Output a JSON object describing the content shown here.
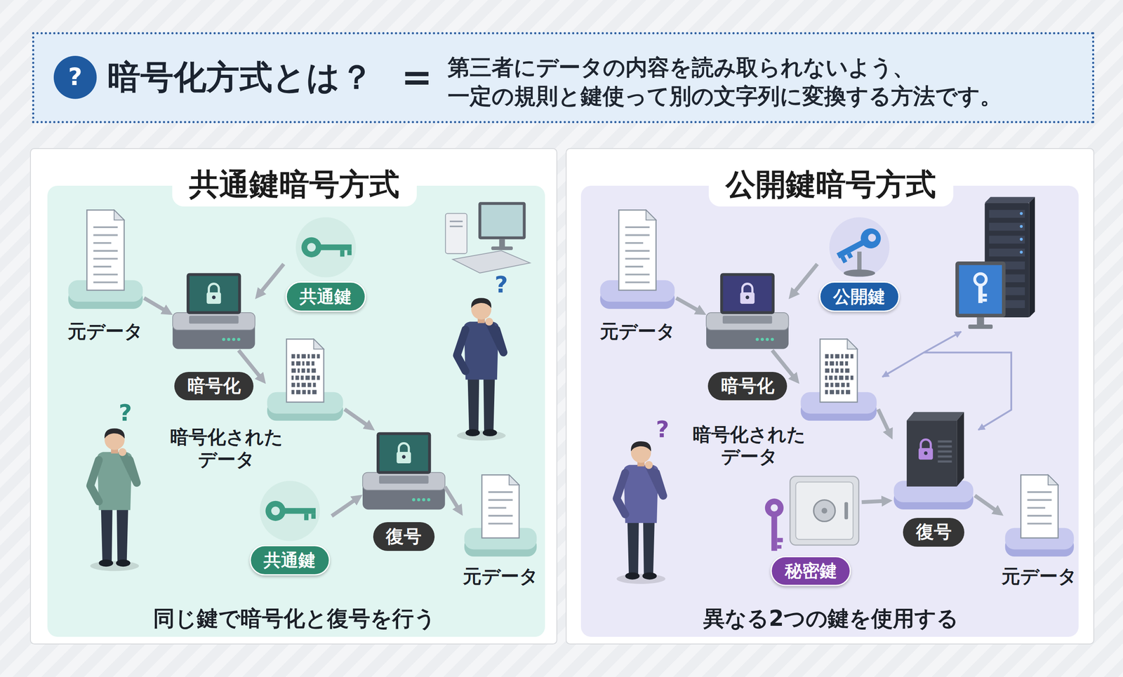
{
  "diagram": {
    "title": "暗号化方式とは？",
    "nodes": [
      {
        "text": [
          "共通鍵暗号方式",
          "同じ鍵で暗号化と復号を行う"
        ]
      },
      {
        "text": [
          "元データ"
        ],
        "in": 0
      },
      {
        "text": [
          "共通鍵"
        ],
        "in": 0
      },
      {
        "text": [
          "暗号化"
        ],
        "in": 0
      },
      {
        "text": [
          "暗号化された データ"
        ],
        "in": 0
      },
      {
        "text": [
          "復号"
        ],
        "in": 0
      },
      {
        "text": [
          "共通鍵"
        ],
        "in": 0
      },
      {
        "text": [
          "元データ"
        ],
        "in": 0
      },
      {
        "text": [
          "公開鍵暗号方式",
          "異なる2つの鍵を使用する"
        ]
      },
      {
        "text": [
          "元データ"
        ],
        "in": 8
      },
      {
        "text": [
          "公開鍵"
        ],
        "in": 8
      },
      {
        "text": [
          "暗号化"
        ],
        "in": 8
      },
      {
        "text": [
          "暗号化された データ"
        ],
        "in": 8
      },
      {
        "text": [
          "復号"
        ],
        "in": 8
      },
      {
        "text": [
          "秘密鍵"
        ],
        "in": 8
      },
      {
        "text": [
          "元データ"
        ],
        "in": 8
      }
    ],
    "edges": [
      {
        "from": 1,
        "to": 3,
        "arrow": "to"
      },
      {
        "from": 2,
        "to": 3,
        "arrow": "to"
      },
      {
        "from": 3,
        "to": 4,
        "arrow": "to"
      },
      {
        "from": 4,
        "to": 5,
        "arrow": "to"
      },
      {
        "from": 6,
        "to": 5,
        "arrow": "to"
      },
      {
        "from": 5,
        "to": 7,
        "arrow": "to"
      },
      {
        "from": 9,
        "to": 11,
        "arrow": "to"
      },
      {
        "from": 10,
        "to": 11,
        "arrow": "to"
      },
      {
        "from": 11,
        "to": 12,
        "arrow": "to"
      },
      {
        "from": 12,
        "to": 13,
        "arrow": "to"
      },
      {
        "from": 14,
        "to": 13,
        "arrow": "to"
      },
      {
        "from": 13,
        "to": 15,
        "arrow": "to"
      }
    ],
    "labels": [
      "?",
      "=",
      "第三者にデータの内容を読み取られないよう、 一定の規則と鍵使って別の文字列に変換する方法です。",
      "?",
      "?",
      "?"
    ]
  }
}
